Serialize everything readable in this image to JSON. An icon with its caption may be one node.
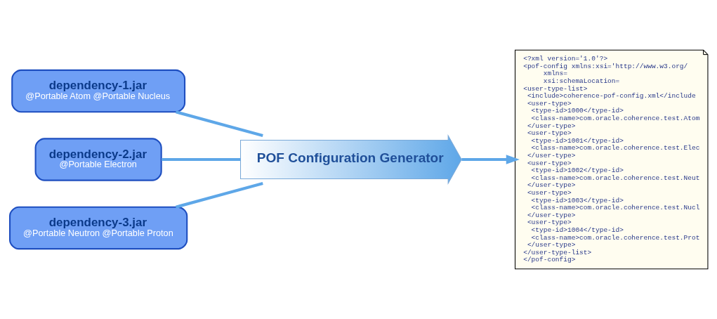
{
  "diagram": {
    "nodes": [
      {
        "text": [
          "dependency-1.jar",
          "@Portable Atom @Portable Nucleus"
        ]
      },
      {
        "text": [
          "dependency-2.jar",
          "@Portable Electron"
        ]
      },
      {
        "text": [
          "dependency-3.jar",
          "@Portable Neutron @Portable Proton"
        ]
      },
      {
        "text": [
          "POF Configuration Generator"
        ]
      },
      {
        "text": [
          "<?xml version='1.0'?>",
          "<pof-config xmlns:xsi='http://www.w3.org/",
          "xmlns=",
          "xsi:schemaLocation=",
          "<user-type-list>",
          "<include>coherence-pof-config.xml</include",
          "<user-type>",
          "<type-id>1000</type-id>",
          "<class-name>com.oracle.coherence.test.Atom",
          "</user-type>",
          "<user-type>",
          "<type-id>1001</type-id>",
          "<class-name>com.oracle.coherence.test.Elec",
          "</user-type>",
          "<user-type>",
          "<type-id>1002</type-id>",
          "<class-name>com.oracle.coherence.test.Neut",
          "</user-type>",
          "<user-type>",
          "<type-id>1003</type-id>",
          "<class-name>com.oracle.coherence.test.Nucl",
          "</user-type>",
          "<user-type>",
          "<type-id>1004</type-id>",
          "<class-name>com.oracle.coherence.test.Prot",
          "</user-type>",
          "</user-type-list>",
          "</pof-config>"
        ]
      }
    ],
    "edges": [
      {
        "from": 0,
        "to": 3,
        "arrow": "none"
      },
      {
        "from": 1,
        "to": 3,
        "arrow": "none"
      },
      {
        "from": 2,
        "to": 3,
        "arrow": "none"
      },
      {
        "from": 3,
        "to": 4,
        "arrow": "to"
      }
    ]
  }
}
